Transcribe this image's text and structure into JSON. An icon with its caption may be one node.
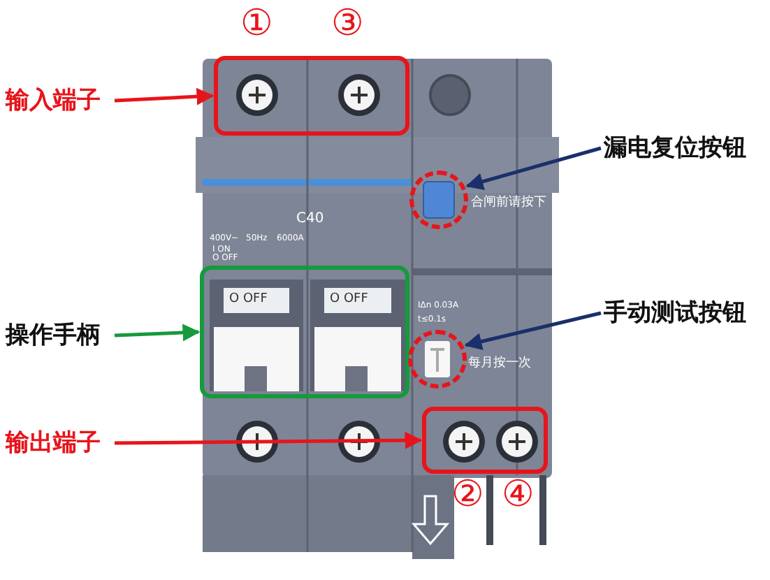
{
  "diagram": {
    "nodes": [
      {
        "text": [
          "输入端子"
        ]
      },
      {
        "text": [],
        "shape": "box",
        "beside": [
          "①",
          "③"
        ]
      },
      {
        "text": [
          "漏电复位按钮"
        ]
      },
      {
        "text": [],
        "shape": "circle",
        "beside": [
          "合闸前请按下"
        ]
      },
      {
        "text": [
          "操作手柄"
        ]
      },
      {
        "text": [],
        "shape": "box"
      },
      {
        "text": [
          "手动测试按钮"
        ]
      },
      {
        "text": [],
        "shape": "circle",
        "beside": [
          "每月按一次"
        ]
      },
      {
        "text": [
          "输出端子"
        ]
      },
      {
        "text": [],
        "shape": "box",
        "beside": [
          "②",
          "④"
        ]
      }
    ],
    "edges": [
      {
        "from": 0,
        "to": 1,
        "arrow": "to",
        "color": "#e8141b"
      },
      {
        "from": 2,
        "to": 3,
        "arrow": "to",
        "color": "#1a2f6b"
      },
      {
        "from": 4,
        "to": 5,
        "arrow": "to",
        "color": "#159a3c"
      },
      {
        "from": 6,
        "to": 7,
        "arrow": "to",
        "color": "#1a2f6b"
      },
      {
        "from": 8,
        "to": 9,
        "arrow": "to",
        "color": "#e8141b"
      }
    ],
    "labels": [
      "C40",
      "400V~",
      "50Hz",
      "6000A",
      "I ON",
      "O OFF",
      "O OFF",
      "O OFF",
      "IΔn 0.03A",
      "t≤0.1s"
    ]
  }
}
